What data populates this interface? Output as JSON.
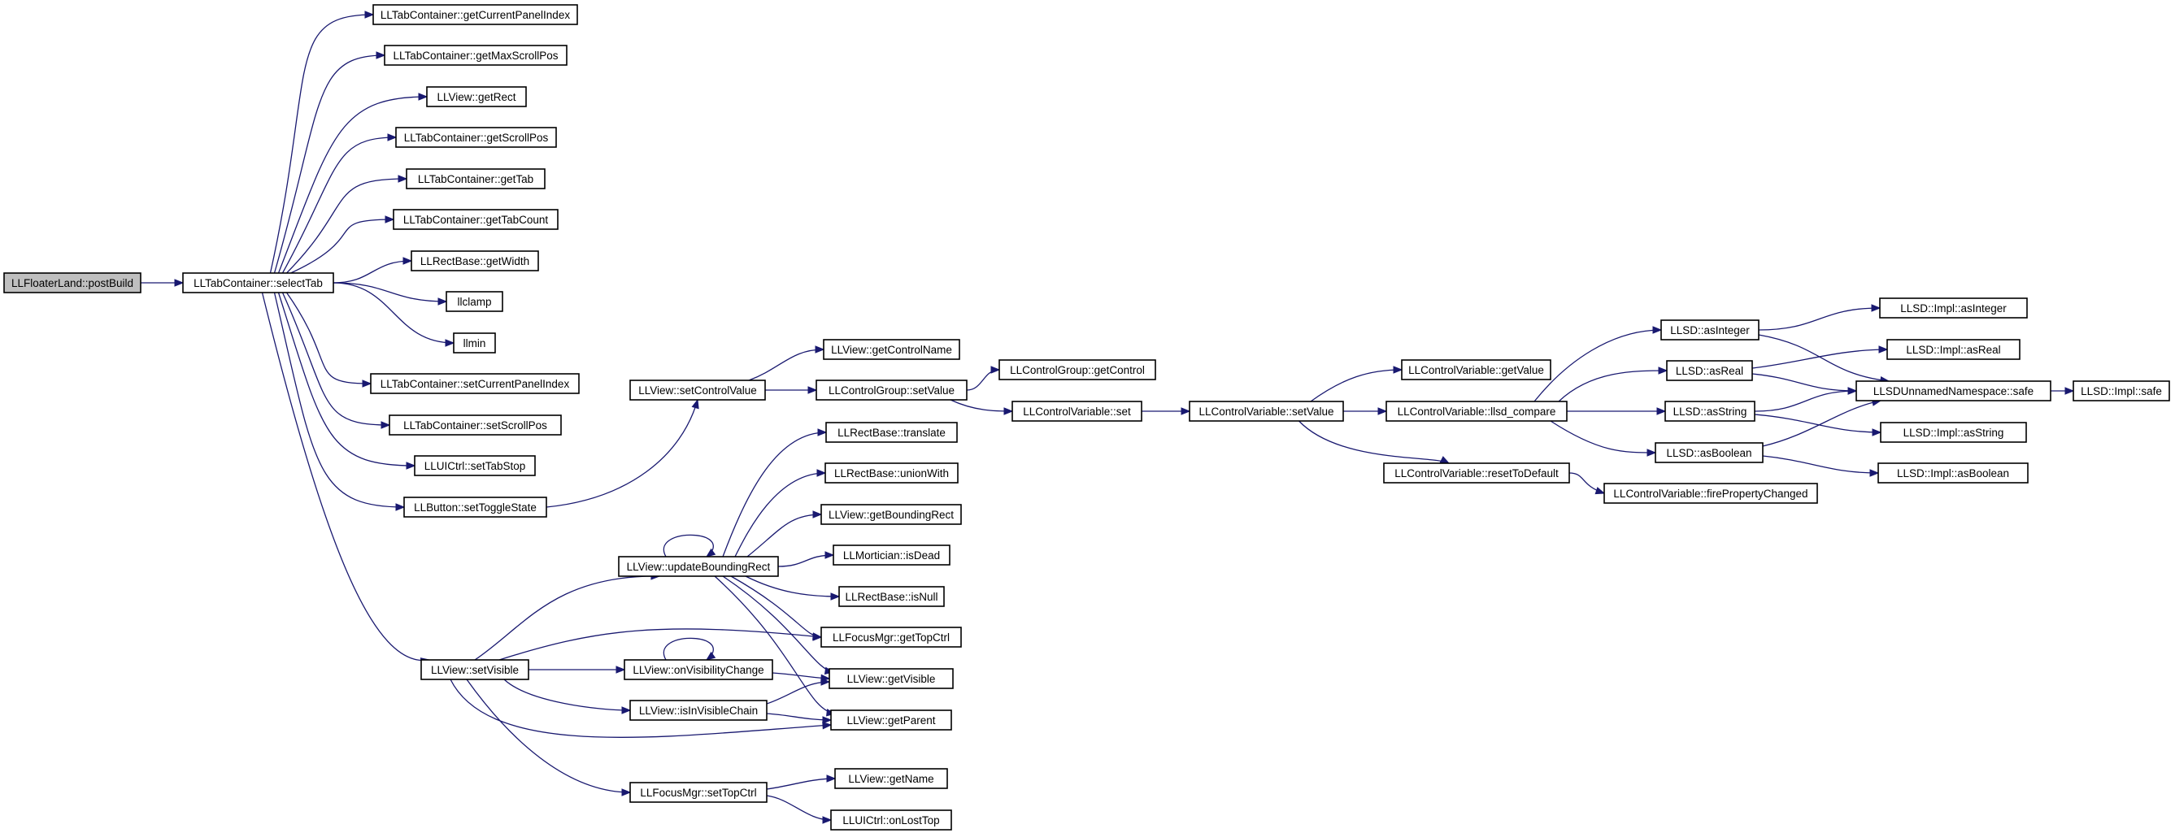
{
  "diagram": {
    "type": "call-graph",
    "root": "LLFloaterLand::postBuild",
    "colors": {
      "edge": "#191970",
      "root_fill": "#bfbfbf",
      "node_fill": "#ffffff",
      "border": "#000000"
    },
    "nodes": [
      {
        "id": "postBuild",
        "label": "LLFloaterLand::postBuild",
        "root": true
      },
      {
        "id": "selectTab",
        "label": "LLTabContainer::selectTab"
      },
      {
        "id": "getCurrentPanelIndex",
        "label": "LLTabContainer::getCurrentPanelIndex"
      },
      {
        "id": "getMaxScrollPos",
        "label": "LLTabContainer::getMaxScrollPos"
      },
      {
        "id": "getRect",
        "label": "LLView::getRect"
      },
      {
        "id": "getScrollPos",
        "label": "LLTabContainer::getScrollPos"
      },
      {
        "id": "getTab",
        "label": "LLTabContainer::getTab"
      },
      {
        "id": "getTabCount",
        "label": "LLTabContainer::getTabCount"
      },
      {
        "id": "getWidth",
        "label": "LLRectBase::getWidth"
      },
      {
        "id": "llclamp",
        "label": "llclamp"
      },
      {
        "id": "llmin",
        "label": "llmin"
      },
      {
        "id": "setCurrentPanelIndex",
        "label": "LLTabContainer::setCurrentPanelIndex"
      },
      {
        "id": "setScrollPos",
        "label": "LLTabContainer::setScrollPos"
      },
      {
        "id": "setTabStop",
        "label": "LLUICtrl::setTabStop"
      },
      {
        "id": "setToggleState",
        "label": "LLButton::setToggleState"
      },
      {
        "id": "setVisible",
        "label": "LLView::setVisible"
      },
      {
        "id": "setControlValue",
        "label": "LLView::setControlValue"
      },
      {
        "id": "getControlName",
        "label": "LLView::getControlName"
      },
      {
        "id": "cgSetValue",
        "label": "LLControlGroup::setValue"
      },
      {
        "id": "getControl",
        "label": "LLControlGroup::getControl"
      },
      {
        "id": "cvSet",
        "label": "LLControlVariable::set"
      },
      {
        "id": "cvSetValue",
        "label": "LLControlVariable::setValue"
      },
      {
        "id": "cvGetValue",
        "label": "LLControlVariable::getValue"
      },
      {
        "id": "llsdCompare",
        "label": "LLControlVariable::llsd_compare"
      },
      {
        "id": "resetToDefault",
        "label": "LLControlVariable::resetToDefault"
      },
      {
        "id": "firePropertyChanged",
        "label": "LLControlVariable::firePropertyChanged"
      },
      {
        "id": "asInteger",
        "label": "LLSD::asInteger"
      },
      {
        "id": "asReal",
        "label": "LLSD::asReal"
      },
      {
        "id": "asString",
        "label": "LLSD::asString"
      },
      {
        "id": "asBoolean",
        "label": "LLSD::asBoolean"
      },
      {
        "id": "implAsInteger",
        "label": "LLSD::Impl::asInteger"
      },
      {
        "id": "implAsReal",
        "label": "LLSD::Impl::asReal"
      },
      {
        "id": "unnamedSafe",
        "label": "LLSDUnnamedNamespace::safe"
      },
      {
        "id": "implSafe",
        "label": "LLSD::Impl::safe"
      },
      {
        "id": "implAsString",
        "label": "LLSD::Impl::asString"
      },
      {
        "id": "implAsBoolean",
        "label": "LLSD::Impl::asBoolean"
      },
      {
        "id": "translate",
        "label": "LLRectBase::translate"
      },
      {
        "id": "unionWith",
        "label": "LLRectBase::unionWith"
      },
      {
        "id": "getBoundingRect",
        "label": "LLView::getBoundingRect"
      },
      {
        "id": "updateBoundingRect",
        "label": "LLView::updateBoundingRect"
      },
      {
        "id": "isDead",
        "label": "LLMortician::isDead"
      },
      {
        "id": "isNull",
        "label": "LLRectBase::isNull"
      },
      {
        "id": "getTopCtrl",
        "label": "LLFocusMgr::getTopCtrl"
      },
      {
        "id": "onVisibilityChange",
        "label": "LLView::onVisibilityChange"
      },
      {
        "id": "getVisible",
        "label": "LLView::getVisible"
      },
      {
        "id": "isInVisibleChain",
        "label": "LLView::isInVisibleChain"
      },
      {
        "id": "getParent",
        "label": "LLView::getParent"
      },
      {
        "id": "setTopCtrl",
        "label": "LLFocusMgr::setTopCtrl"
      },
      {
        "id": "getName",
        "label": "LLView::getName"
      },
      {
        "id": "onLostTop",
        "label": "LLUICtrl::onLostTop"
      }
    ],
    "edges": [
      [
        "postBuild",
        "selectTab"
      ],
      [
        "selectTab",
        "getCurrentPanelIndex"
      ],
      [
        "selectTab",
        "getMaxScrollPos"
      ],
      [
        "selectTab",
        "getRect"
      ],
      [
        "selectTab",
        "getScrollPos"
      ],
      [
        "selectTab",
        "getTab"
      ],
      [
        "selectTab",
        "getTabCount"
      ],
      [
        "selectTab",
        "getWidth"
      ],
      [
        "selectTab",
        "llclamp"
      ],
      [
        "selectTab",
        "llmin"
      ],
      [
        "selectTab",
        "setCurrentPanelIndex"
      ],
      [
        "selectTab",
        "setScrollPos"
      ],
      [
        "selectTab",
        "setTabStop"
      ],
      [
        "selectTab",
        "setToggleState"
      ],
      [
        "selectTab",
        "setVisible"
      ],
      [
        "setToggleState",
        "setControlValue"
      ],
      [
        "setControlValue",
        "getControlName"
      ],
      [
        "setControlValue",
        "cgSetValue"
      ],
      [
        "cgSetValue",
        "getControl"
      ],
      [
        "cgSetValue",
        "cvSet"
      ],
      [
        "cvSet",
        "cvSetValue"
      ],
      [
        "cvSetValue",
        "cvGetValue"
      ],
      [
        "cvSetValue",
        "llsdCompare"
      ],
      [
        "cvSetValue",
        "resetToDefault"
      ],
      [
        "resetToDefault",
        "firePropertyChanged"
      ],
      [
        "llsdCompare",
        "asInteger"
      ],
      [
        "llsdCompare",
        "asReal"
      ],
      [
        "llsdCompare",
        "asString"
      ],
      [
        "llsdCompare",
        "asBoolean"
      ],
      [
        "asInteger",
        "implAsInteger"
      ],
      [
        "asInteger",
        "unnamedSafe"
      ],
      [
        "asReal",
        "implAsReal"
      ],
      [
        "asReal",
        "unnamedSafe"
      ],
      [
        "asString",
        "unnamedSafe"
      ],
      [
        "asString",
        "implAsString"
      ],
      [
        "asBoolean",
        "unnamedSafe"
      ],
      [
        "asBoolean",
        "implAsBoolean"
      ],
      [
        "unnamedSafe",
        "implSafe"
      ],
      [
        "setVisible",
        "updateBoundingRect"
      ],
      [
        "setVisible",
        "getTopCtrl"
      ],
      [
        "setVisible",
        "onVisibilityChange"
      ],
      [
        "setVisible",
        "isInVisibleChain"
      ],
      [
        "setVisible",
        "getParent"
      ],
      [
        "setVisible",
        "setTopCtrl"
      ],
      [
        "updateBoundingRect",
        "updateBoundingRect"
      ],
      [
        "updateBoundingRect",
        "translate"
      ],
      [
        "updateBoundingRect",
        "unionWith"
      ],
      [
        "updateBoundingRect",
        "getBoundingRect"
      ],
      [
        "updateBoundingRect",
        "isDead"
      ],
      [
        "updateBoundingRect",
        "isNull"
      ],
      [
        "updateBoundingRect",
        "getTopCtrl"
      ],
      [
        "updateBoundingRect",
        "getVisible"
      ],
      [
        "updateBoundingRect",
        "getParent"
      ],
      [
        "onVisibilityChange",
        "onVisibilityChange"
      ],
      [
        "onVisibilityChange",
        "getVisible"
      ],
      [
        "isInVisibleChain",
        "getVisible"
      ],
      [
        "isInVisibleChain",
        "getParent"
      ],
      [
        "setTopCtrl",
        "getName"
      ],
      [
        "setTopCtrl",
        "onLostTop"
      ]
    ]
  }
}
